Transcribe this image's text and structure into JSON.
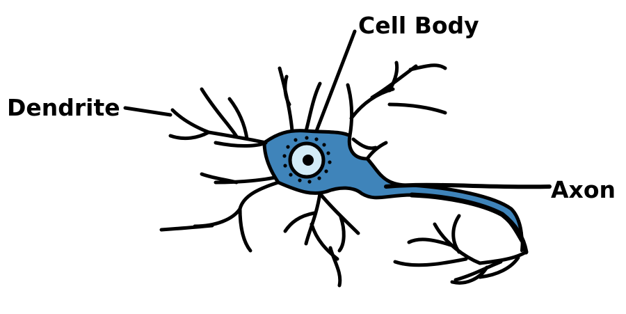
{
  "labels": {
    "cell_body": "Cell Body",
    "dendrite": "Dendrite",
    "axon": "Axon"
  },
  "colors": {
    "cell_fill": "#3f84ba",
    "nucleus_fill": "#d2ebf7",
    "nucleolus_fill": "#000000",
    "outline": "#000000",
    "background": "#ffffff"
  }
}
